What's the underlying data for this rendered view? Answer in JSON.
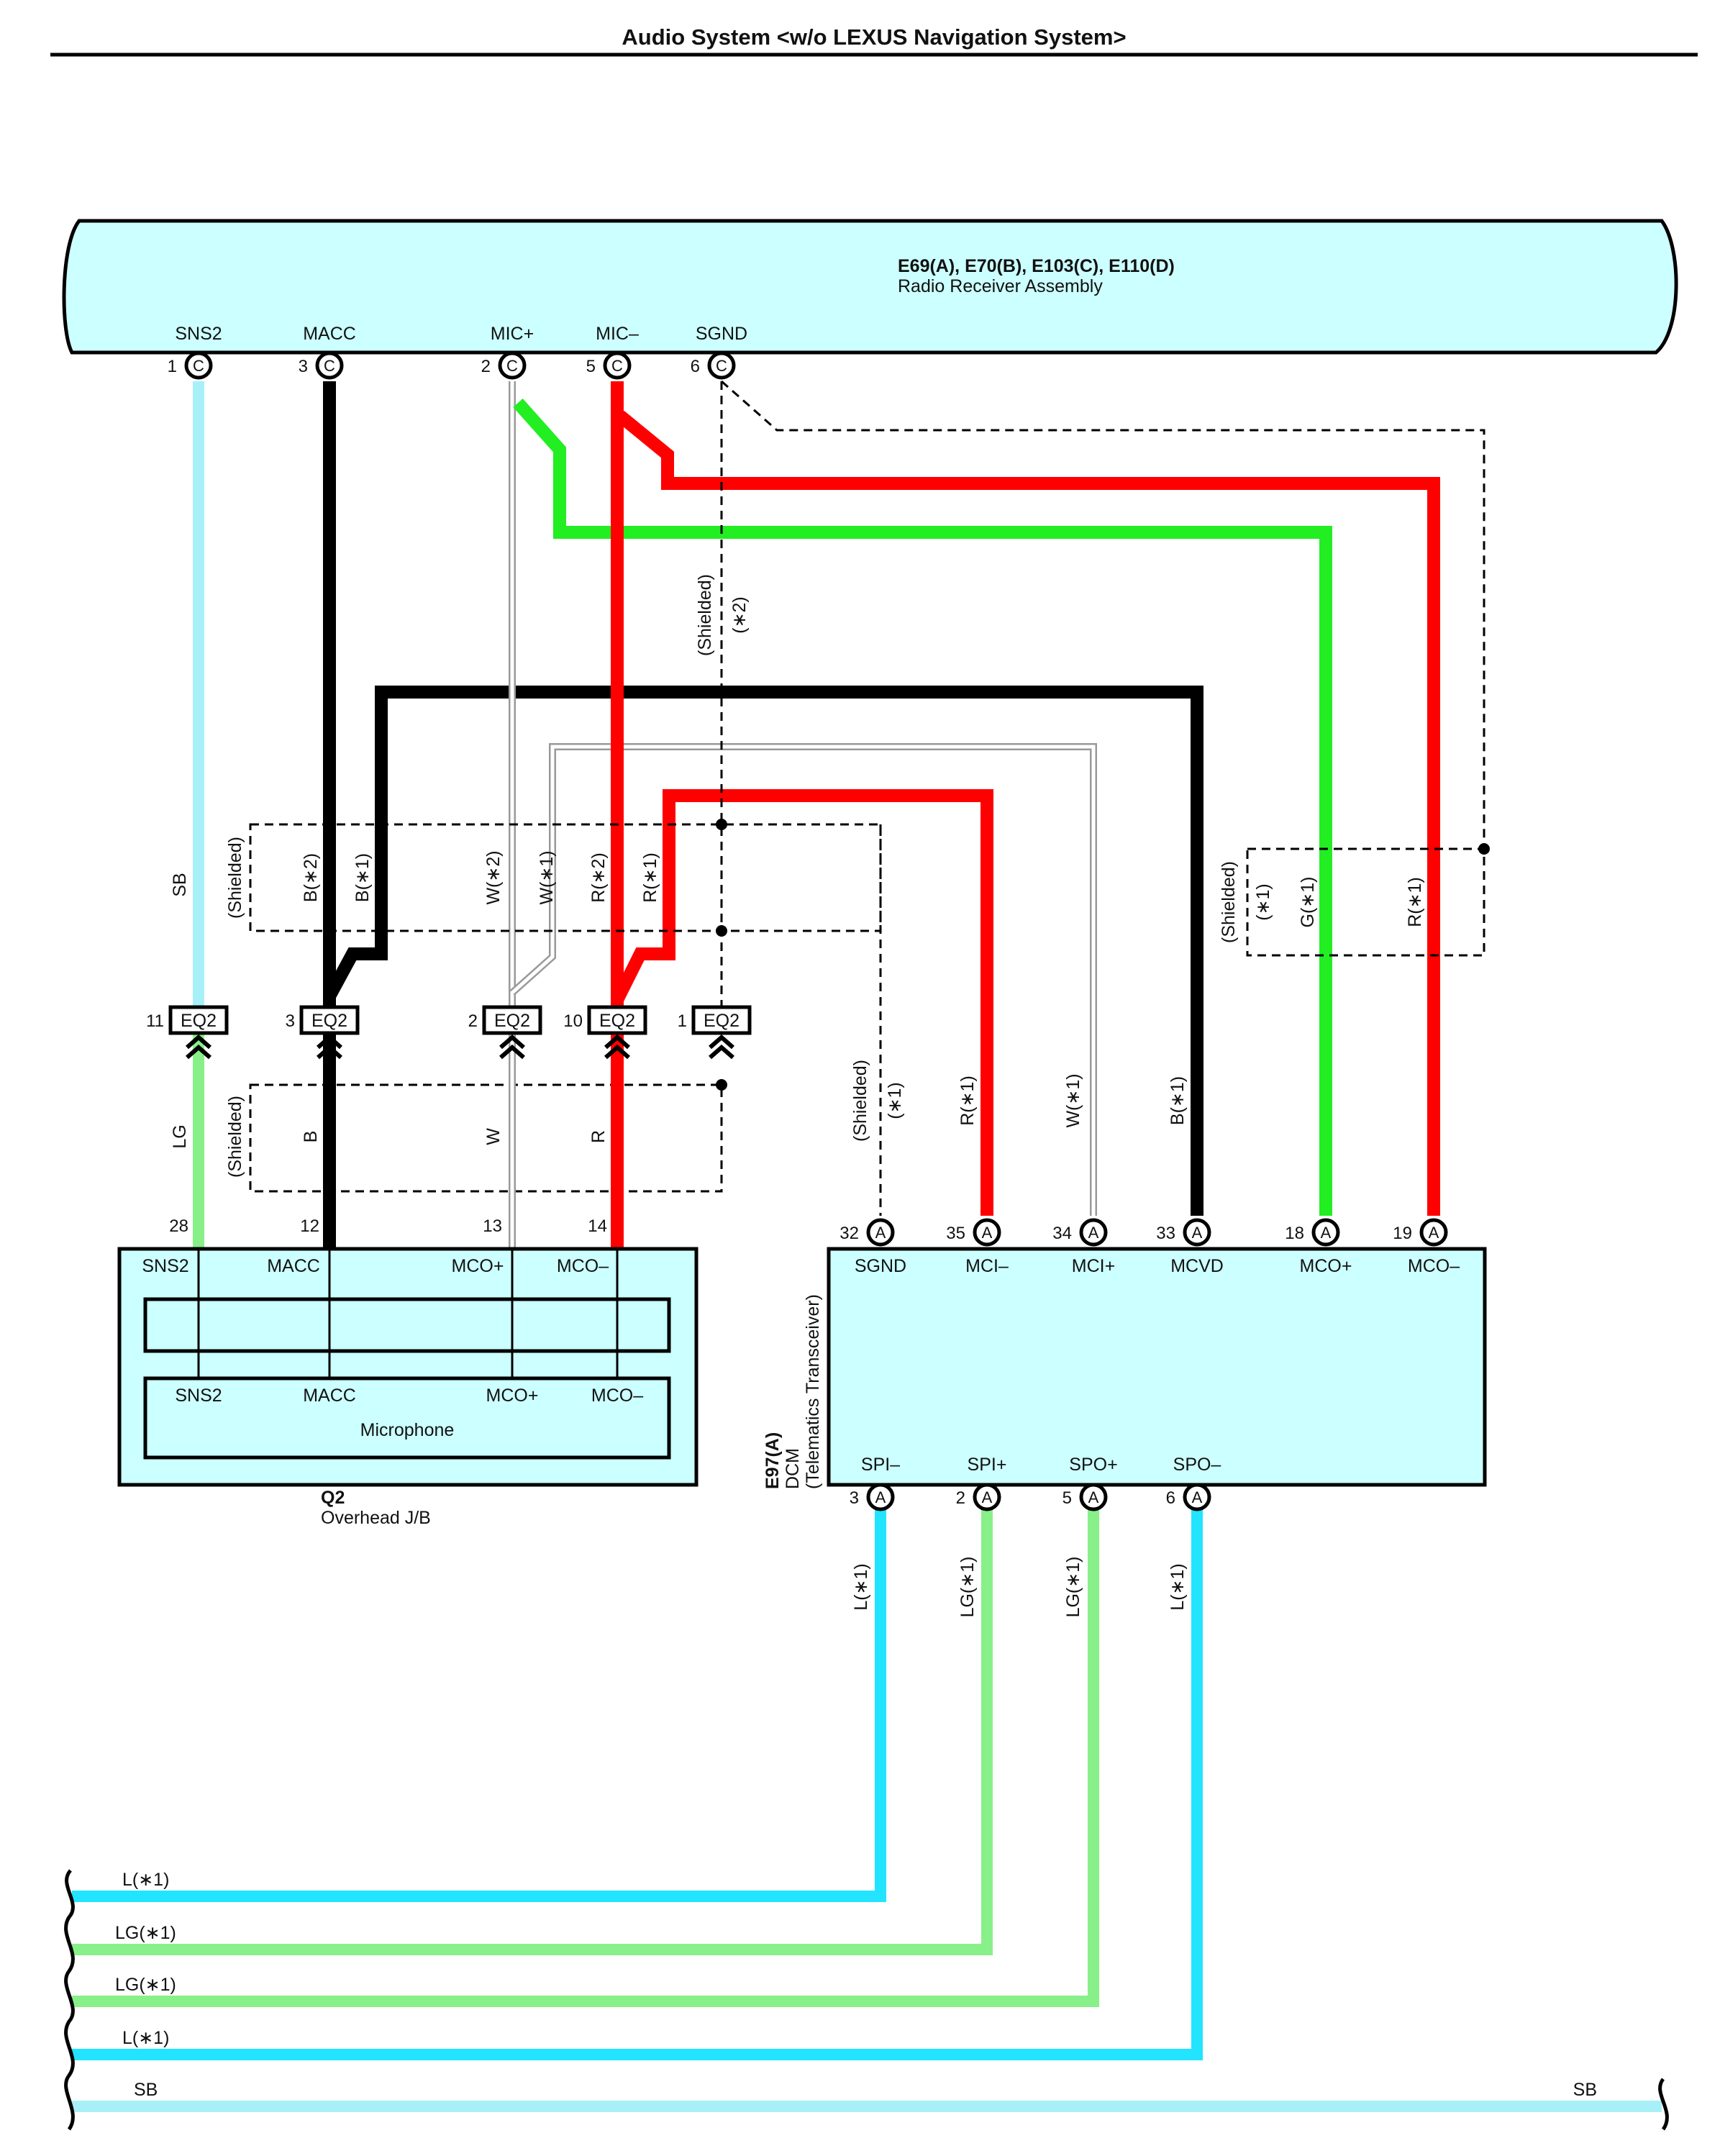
{
  "title": "Audio System <w/o LEXUS Navigation System>",
  "radio": {
    "codes": "E69(A), E70(B), E103(C), E110(D)",
    "name": "Radio Receiver Assembly",
    "pins": [
      {
        "num": "1",
        "letter": "C",
        "label": "SNS2"
      },
      {
        "num": "3",
        "letter": "C",
        "label": "MACC"
      },
      {
        "num": "2",
        "letter": "C",
        "label": "MIC+"
      },
      {
        "num": "5",
        "letter": "C",
        "label": "MIC–"
      },
      {
        "num": "6",
        "letter": "C",
        "label": "SGND"
      }
    ]
  },
  "junction": {
    "code": "EQ2",
    "pins": [
      "11",
      "3",
      "2",
      "10",
      "1"
    ]
  },
  "overhead": {
    "code": "Q2",
    "name": "Overhead J/B",
    "pin_nums": [
      "28",
      "12",
      "13",
      "14"
    ],
    "pin_labels": [
      "SNS2",
      "MACC",
      "MCO+",
      "MCO–"
    ],
    "mic_labels": [
      "SNS2",
      "MACC",
      "MCO+",
      "MCO–"
    ],
    "mic_name": "Microphone"
  },
  "dcm": {
    "code": "E97(A)",
    "name1": "DCM",
    "name2": "(Telematics Transceiver)",
    "top_pins": [
      {
        "num": "32",
        "letter": "A",
        "label": "SGND"
      },
      {
        "num": "35",
        "letter": "A",
        "label": "MCI–"
      },
      {
        "num": "34",
        "letter": "A",
        "label": "MCI+"
      },
      {
        "num": "33",
        "letter": "A",
        "label": "MCVD"
      },
      {
        "num": "18",
        "letter": "A",
        "label": "MCO+"
      },
      {
        "num": "19",
        "letter": "A",
        "label": "MCO–"
      }
    ],
    "bottom_pins": [
      {
        "num": "3",
        "letter": "A",
        "label": "SPI–"
      },
      {
        "num": "2",
        "letter": "A",
        "label": "SPI+"
      },
      {
        "num": "5",
        "letter": "A",
        "label": "SPO+"
      },
      {
        "num": "6",
        "letter": "A",
        "label": "SPO–"
      }
    ]
  },
  "wire_labels": {
    "sb": "SB",
    "shielded": "(Shielded)",
    "b2": "B(∗2)",
    "b1": "B(∗1)",
    "w2": "W(∗2)",
    "w1": "W(∗1)",
    "r2": "R(∗2)",
    "r1": "R(∗1)",
    "star2": "(∗2)",
    "star1": "(∗1)",
    "g1": "G(∗1)",
    "lg": "LG",
    "b": "B",
    "w": "W",
    "r": "R",
    "l1": "L(∗1)",
    "lg1": "LG(∗1)"
  },
  "bottom_wires": [
    "L(∗1)",
    "LG(∗1)",
    "LG(∗1)",
    "L(∗1)",
    "SB"
  ],
  "bottom_right_label": "SB",
  "colors": {
    "sky_blue": "#a8f0f8",
    "black": "#000000",
    "white_wire": "#bbbbbb",
    "red": "#ff0000",
    "green": "#22ee22",
    "light_green": "#88f088",
    "cyan": "#22e4ff",
    "box_fill": "#ccffff"
  }
}
